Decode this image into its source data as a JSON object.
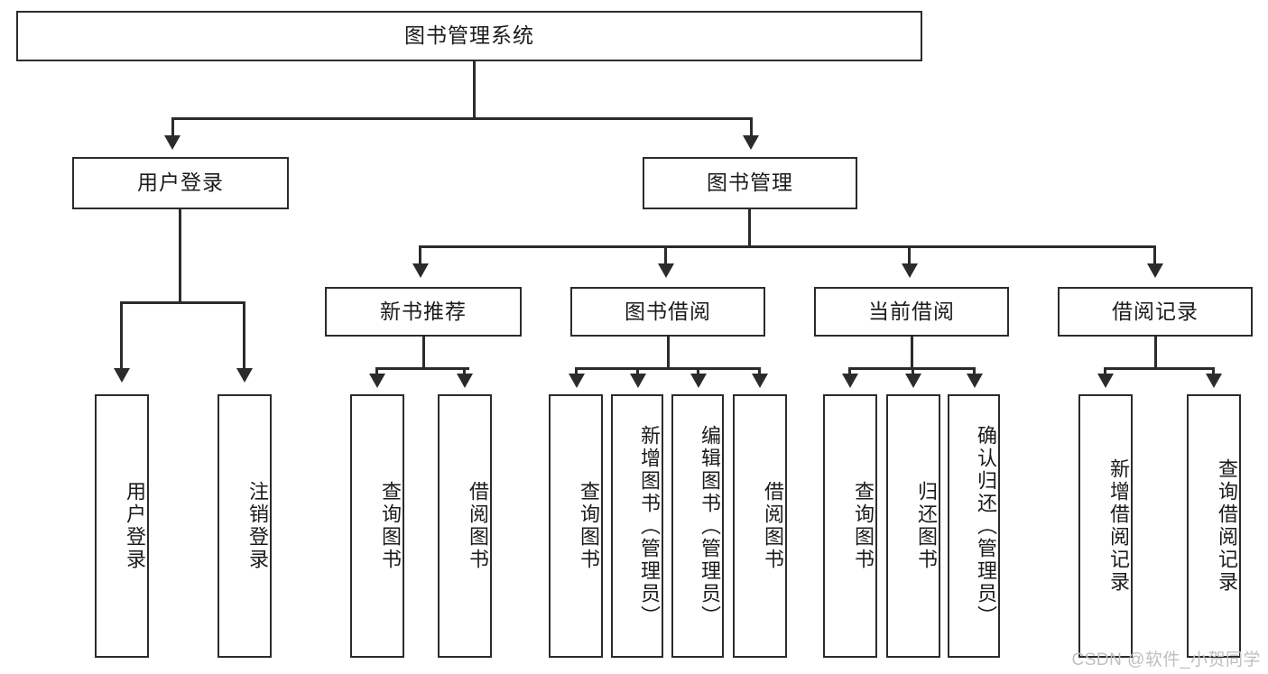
{
  "diagram": {
    "title": "图书管理系统",
    "type": "tree-hierarchy-diagram",
    "root": {
      "label": "图书管理系统"
    },
    "level2": [
      {
        "label": "用户登录"
      },
      {
        "label": "图书管理"
      }
    ],
    "level3": [
      {
        "label": "新书推荐"
      },
      {
        "label": "图书借阅"
      },
      {
        "label": "当前借阅"
      },
      {
        "label": "借阅记录"
      }
    ],
    "leaves": {
      "user_login": [
        {
          "label": "用户登录"
        },
        {
          "label": "注销登录"
        }
      ],
      "new_book_recommend": [
        {
          "label": "查询图书"
        },
        {
          "label": "借阅图书"
        }
      ],
      "book_borrow": [
        {
          "label": "查询图书"
        },
        {
          "label": "新增图书（管理员）"
        },
        {
          "label": "编辑图书（管理员）"
        },
        {
          "label": "借阅图书"
        }
      ],
      "current_borrow": [
        {
          "label": "查询图书"
        },
        {
          "label": "归还图书"
        },
        {
          "label": "确认归还（管理员）"
        }
      ],
      "borrow_record": [
        {
          "label": "新增借阅记录"
        },
        {
          "label": "查询借阅记录"
        }
      ]
    }
  },
  "watermark": {
    "text": "CSDN @软件_小贺同学"
  },
  "colors": {
    "stroke": "#2b2b2b",
    "background": "#ffffff",
    "text": "#1b1b1b",
    "watermark": "#bfbfbf"
  }
}
